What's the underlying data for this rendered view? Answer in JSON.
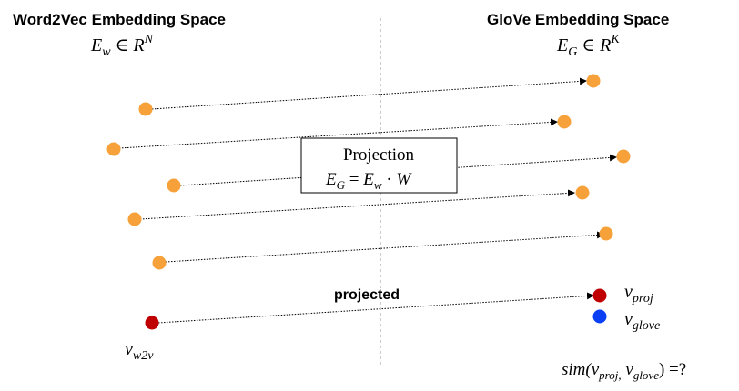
{
  "left_panel": {
    "title": "Word2Vec Embedding Space",
    "formula": {
      "var": "E",
      "sub": "w",
      "rel": " ∈ ",
      "set": "R",
      "sup": "N"
    }
  },
  "right_panel": {
    "title": "GloVe Embedding Space",
    "formula": {
      "var": "E",
      "sub": "G",
      "rel": " ∈ ",
      "set": "R",
      "sup": "K"
    }
  },
  "projection_box": {
    "title": "Projection",
    "formula": {
      "lhs": "E",
      "lhs_sub": "G",
      "eq": " = ",
      "a": "E",
      "a_sub": "w",
      "dot": " · ",
      "b": "W"
    }
  },
  "projected_label": "projected",
  "labels": {
    "w2v": {
      "var": "v",
      "sub": "w2v"
    },
    "proj": {
      "var": "v",
      "sub": "proj"
    },
    "glove": {
      "var": "v",
      "sub": "glove"
    }
  },
  "similarity": {
    "fn": "sim(",
    "a": "v",
    "a_sub": "proj,",
    "b": " v",
    "b_sub": "glove",
    "tail": ") =?"
  },
  "colors": {
    "point_orange": "#F7A13A",
    "point_red": "#C00000",
    "point_blue": "#0A3FF5",
    "arrow": "#000000",
    "divider": "#9a9a9a"
  }
}
